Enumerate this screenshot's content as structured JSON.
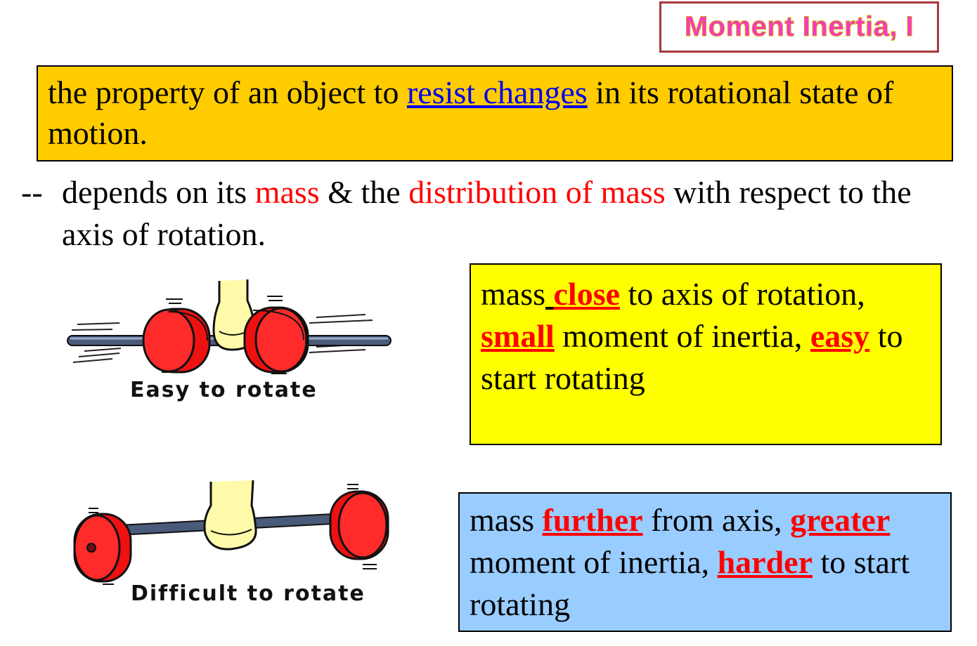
{
  "title": "Moment Inertia, I",
  "definition": {
    "before": "the property of an object to ",
    "link": "resist changes",
    "after": " in its rotational state of motion."
  },
  "depends": {
    "dash": "--",
    "p1": "depends on its ",
    "mass": "mass",
    "p2": " & the ",
    "distribution": "distribution of mass",
    "p3": " with respect to the axis of rotation."
  },
  "easy_box": {
    "t1": "mass",
    "t1_space": " ",
    "kw1": "close",
    "t2": " to axis of rotation, ",
    "kw2": "small",
    "t3": " moment of inertia, ",
    "kw3": "easy",
    "t4": " to start rotating"
  },
  "hard_box": {
    "t1": "mass ",
    "kw1": "further",
    "t2": " from axis, ",
    "kw2": "greater",
    "t3": " moment of inertia, ",
    "kw3": "harder",
    "t4": " to start rotating"
  },
  "captions": {
    "easy": "Easy to rotate",
    "difficult": "Difficult to rotate"
  },
  "colors": {
    "title_text": "#ff33cc",
    "title_border": "#a8383f",
    "definition_bg": "#ffcc00",
    "easy_bg": "#ffff00",
    "hard_bg": "#99ccff",
    "keyword": "#ff0000",
    "link": "#0000ee",
    "weight": "#ee1111"
  }
}
